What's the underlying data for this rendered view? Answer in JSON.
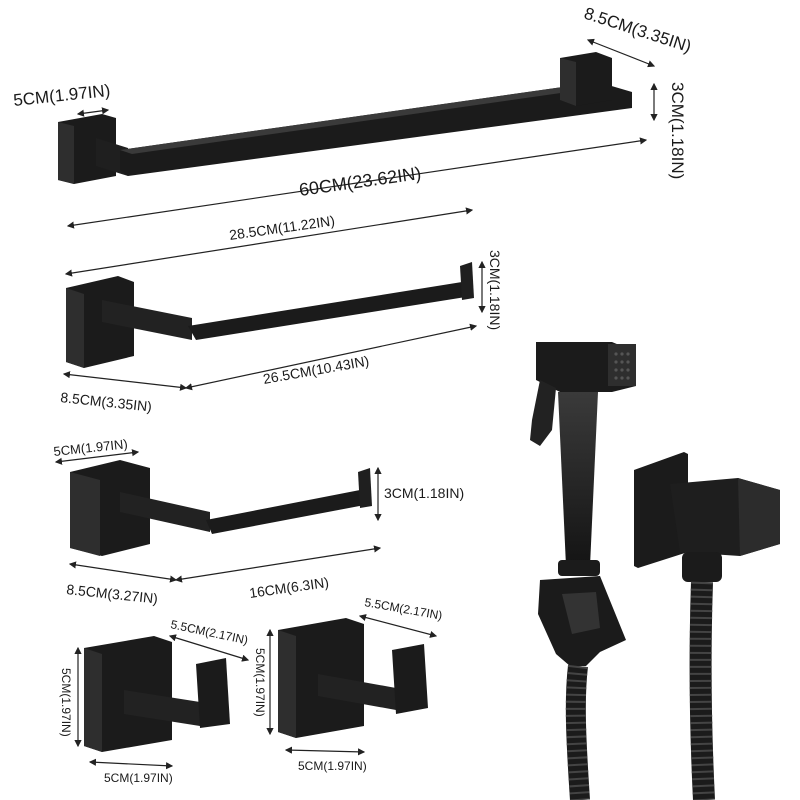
{
  "colors": {
    "background": "#ffffff",
    "hardware": "#1b1b1b",
    "hardware_light": "#2e2e2e",
    "dimension_line": "#222222"
  },
  "towel_bar": {
    "length": "60CM(23.62IN)",
    "base_width": "5CM(1.97IN)",
    "depth": "8.5CM(3.35IN)",
    "height": "3CM(1.18IN)"
  },
  "towel_ring": {
    "length": "28.5CM(11.22IN)",
    "height": "3CM(1.18IN)",
    "depth": "8.5CM(3.35IN)",
    "bar_length": "26.5CM(10.43IN)"
  },
  "paper_holder": {
    "base_width": "5CM(1.97IN)",
    "height": "3CM(1.18IN)",
    "depth": "8.5CM(3.27IN)",
    "bar_length": "16CM(6.3IN)"
  },
  "hook_left": {
    "projection": "5.5CM(2.17IN)",
    "height": "5CM(1.97IN)",
    "width": "5CM(1.97IN)"
  },
  "hook_right": {
    "projection": "5.5CM(2.17IN)",
    "height": "5CM(1.97IN)",
    "width": "5CM(1.97IN)"
  }
}
